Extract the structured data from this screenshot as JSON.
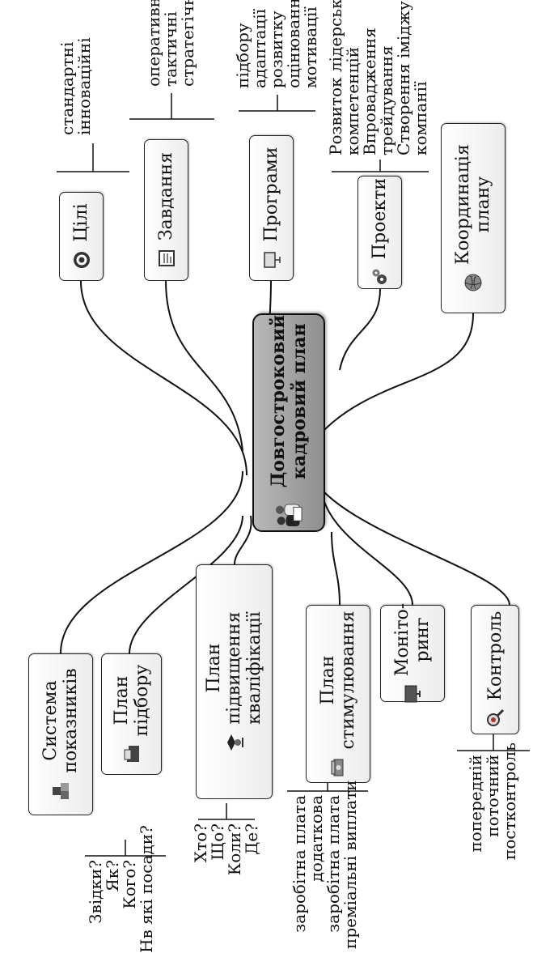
{
  "center": {
    "title": "Довгостроковий\nкадровий план",
    "icon": "people-icon"
  },
  "branches": [
    {
      "id": "goals",
      "label": "Цілі",
      "icon": "target-icon",
      "items": [
        "стандартні",
        "інноваційні"
      ]
    },
    {
      "id": "tasks",
      "label": "Завдання",
      "icon": "clipboard-icon",
      "items": [
        "оперативні",
        "тактичні",
        "стратегічні"
      ]
    },
    {
      "id": "programs",
      "label": "Програми",
      "icon": "easel-icon",
      "items": [
        "підбору",
        "адаптації",
        "розвитку",
        "оцінювання",
        "мотивації"
      ]
    },
    {
      "id": "projects",
      "label": "Проекти",
      "icon": "gears-icon",
      "items": [
        "Розвиток лідерських",
        "компетенцій",
        "Впровадження",
        "трейдування",
        "Створення іміджу",
        "компанії"
      ]
    },
    {
      "id": "coordination",
      "label": "Координація\nплану",
      "icon": "globe-icon",
      "items": []
    },
    {
      "id": "indicators",
      "label": "Система\nпоказників",
      "icon": "blocks-icon",
      "items": []
    },
    {
      "id": "selection",
      "label": "План\nпідбору",
      "icon": "folder-icon",
      "items": [
        "Звідки?",
        "Як?",
        "Кого?",
        "Нв які посади?"
      ]
    },
    {
      "id": "training",
      "label": "План\nпідвищення\nкваліфікації",
      "icon": "graduate-icon",
      "items": [
        "Хто?",
        "Що?",
        "Коли?",
        "Де?"
      ]
    },
    {
      "id": "incentives",
      "label": "План\nстимулювання",
      "icon": "money-icon",
      "items": [
        "заробітна плата",
        "додаткова",
        "заробітна плата",
        "преміальні виплати"
      ]
    },
    {
      "id": "monitoring",
      "label": "Моніто-\nринг",
      "icon": "monitor-icon",
      "items": []
    },
    {
      "id": "control",
      "label": "Контроль",
      "icon": "magnifier-icon",
      "items": [
        "попередній",
        "поточний",
        "постконтроль"
      ]
    }
  ]
}
